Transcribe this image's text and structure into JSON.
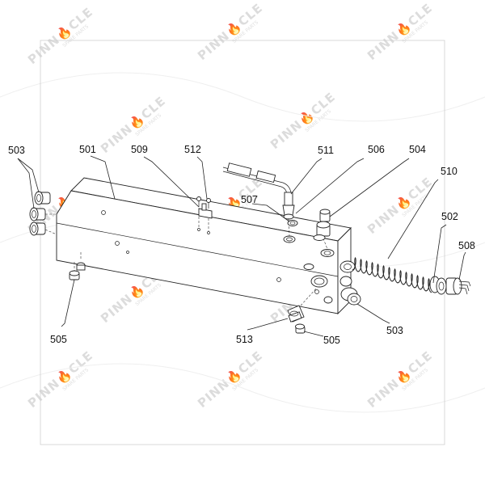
{
  "watermark": {
    "brand": "PINN🔥CLE",
    "sub": "SPARE PARTS"
  },
  "callouts": [
    {
      "id": "503"
    },
    {
      "id": "501"
    },
    {
      "id": "509"
    },
    {
      "id": "512"
    },
    {
      "id": "511"
    },
    {
      "id": "506"
    },
    {
      "id": "504"
    },
    {
      "id": "510"
    },
    {
      "id": "507"
    },
    {
      "id": "502"
    },
    {
      "id": "508"
    },
    {
      "id": "505"
    },
    {
      "id": "513"
    },
    {
      "id": "505"
    },
    {
      "id": "503"
    }
  ]
}
